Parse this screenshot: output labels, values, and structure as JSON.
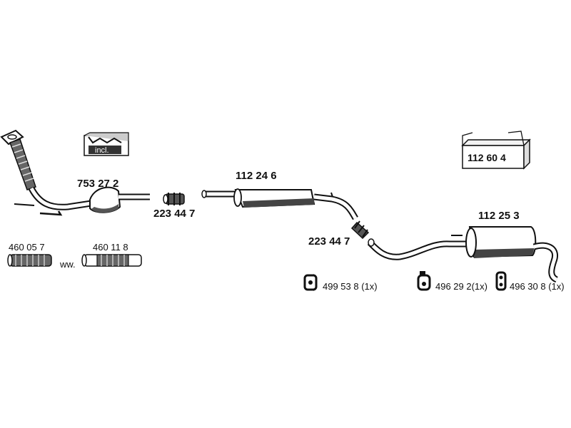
{
  "parts": {
    "manifold_pipe_number": "753 27 2",
    "clamp_front_number": "223 44 7",
    "middle_silencer_number": "112 24 6",
    "clamp_rear_number": "223 44 7",
    "rear_silencer_number": "112 25 3",
    "mounting_kit_number": "112 60 4",
    "incl_label": "incl.",
    "flex_pipe_a_number": "460 05 7",
    "flex_pipe_separator": "ww.",
    "flex_pipe_b_number": "460 11 8",
    "rubber_mount_a": "499 53 8 (1x)",
    "rubber_mount_b": "496 29 2(1x)",
    "rubber_mount_c": "496 30 8 (1x)"
  }
}
